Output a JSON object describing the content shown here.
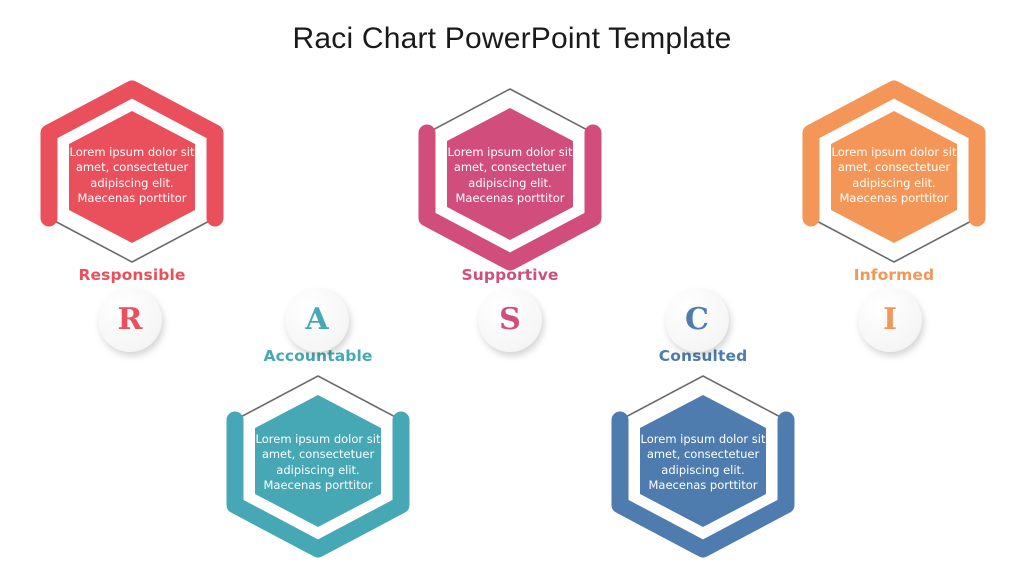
{
  "slide": {
    "title": "Raci Chart PowerPoint Template",
    "background_color": "#ffffff",
    "title_color": "#1a1a1a",
    "outline_color": "#6b6b6b"
  },
  "body_text": "Lorem ipsum dolor sit amet, consectetuer adipiscing elit. Maecenas porttitor",
  "nodes": [
    {
      "id": "responsible",
      "label": "Responsible",
      "letter": "R",
      "color": "#E9505C",
      "row": "top",
      "body": "Lorem ipsum dolor sit amet, consectetuer adipiscing elit. Maecenas porttitor"
    },
    {
      "id": "accountable",
      "label": "Accountable",
      "letter": "A",
      "color": "#47A8B5",
      "row": "bottom",
      "body": "Lorem ipsum dolor sit amet, consectetuer adipiscing elit. Maecenas porttitor"
    },
    {
      "id": "supportive",
      "label": "Supportive",
      "letter": "S",
      "color": "#D14D7C",
      "row": "top",
      "body": "Lorem ipsum dolor sit amet, consectetuer adipiscing elit. Maecenas porttitor"
    },
    {
      "id": "consulted",
      "label": "Consulted",
      "letter": "C",
      "color": "#4F7CAF",
      "row": "bottom",
      "body": "Lorem ipsum dolor sit amet, consectetuer adipiscing elit. Maecenas porttitor"
    },
    {
      "id": "informed",
      "label": "Informed",
      "letter": "I",
      "color": "#F59659",
      "row": "top",
      "body": "Lorem ipsum dolor sit amet, consectetuer adipiscing elit. Maecenas porttitor"
    }
  ]
}
